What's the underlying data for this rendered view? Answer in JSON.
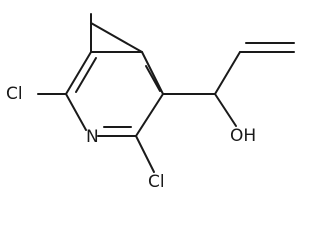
{
  "structure": {
    "atoms": {
      "chlorine_left": "Cl",
      "chlorine_right": "Cl",
      "ring_nitrogen": "N",
      "hydroxyl": "OH"
    }
  }
}
